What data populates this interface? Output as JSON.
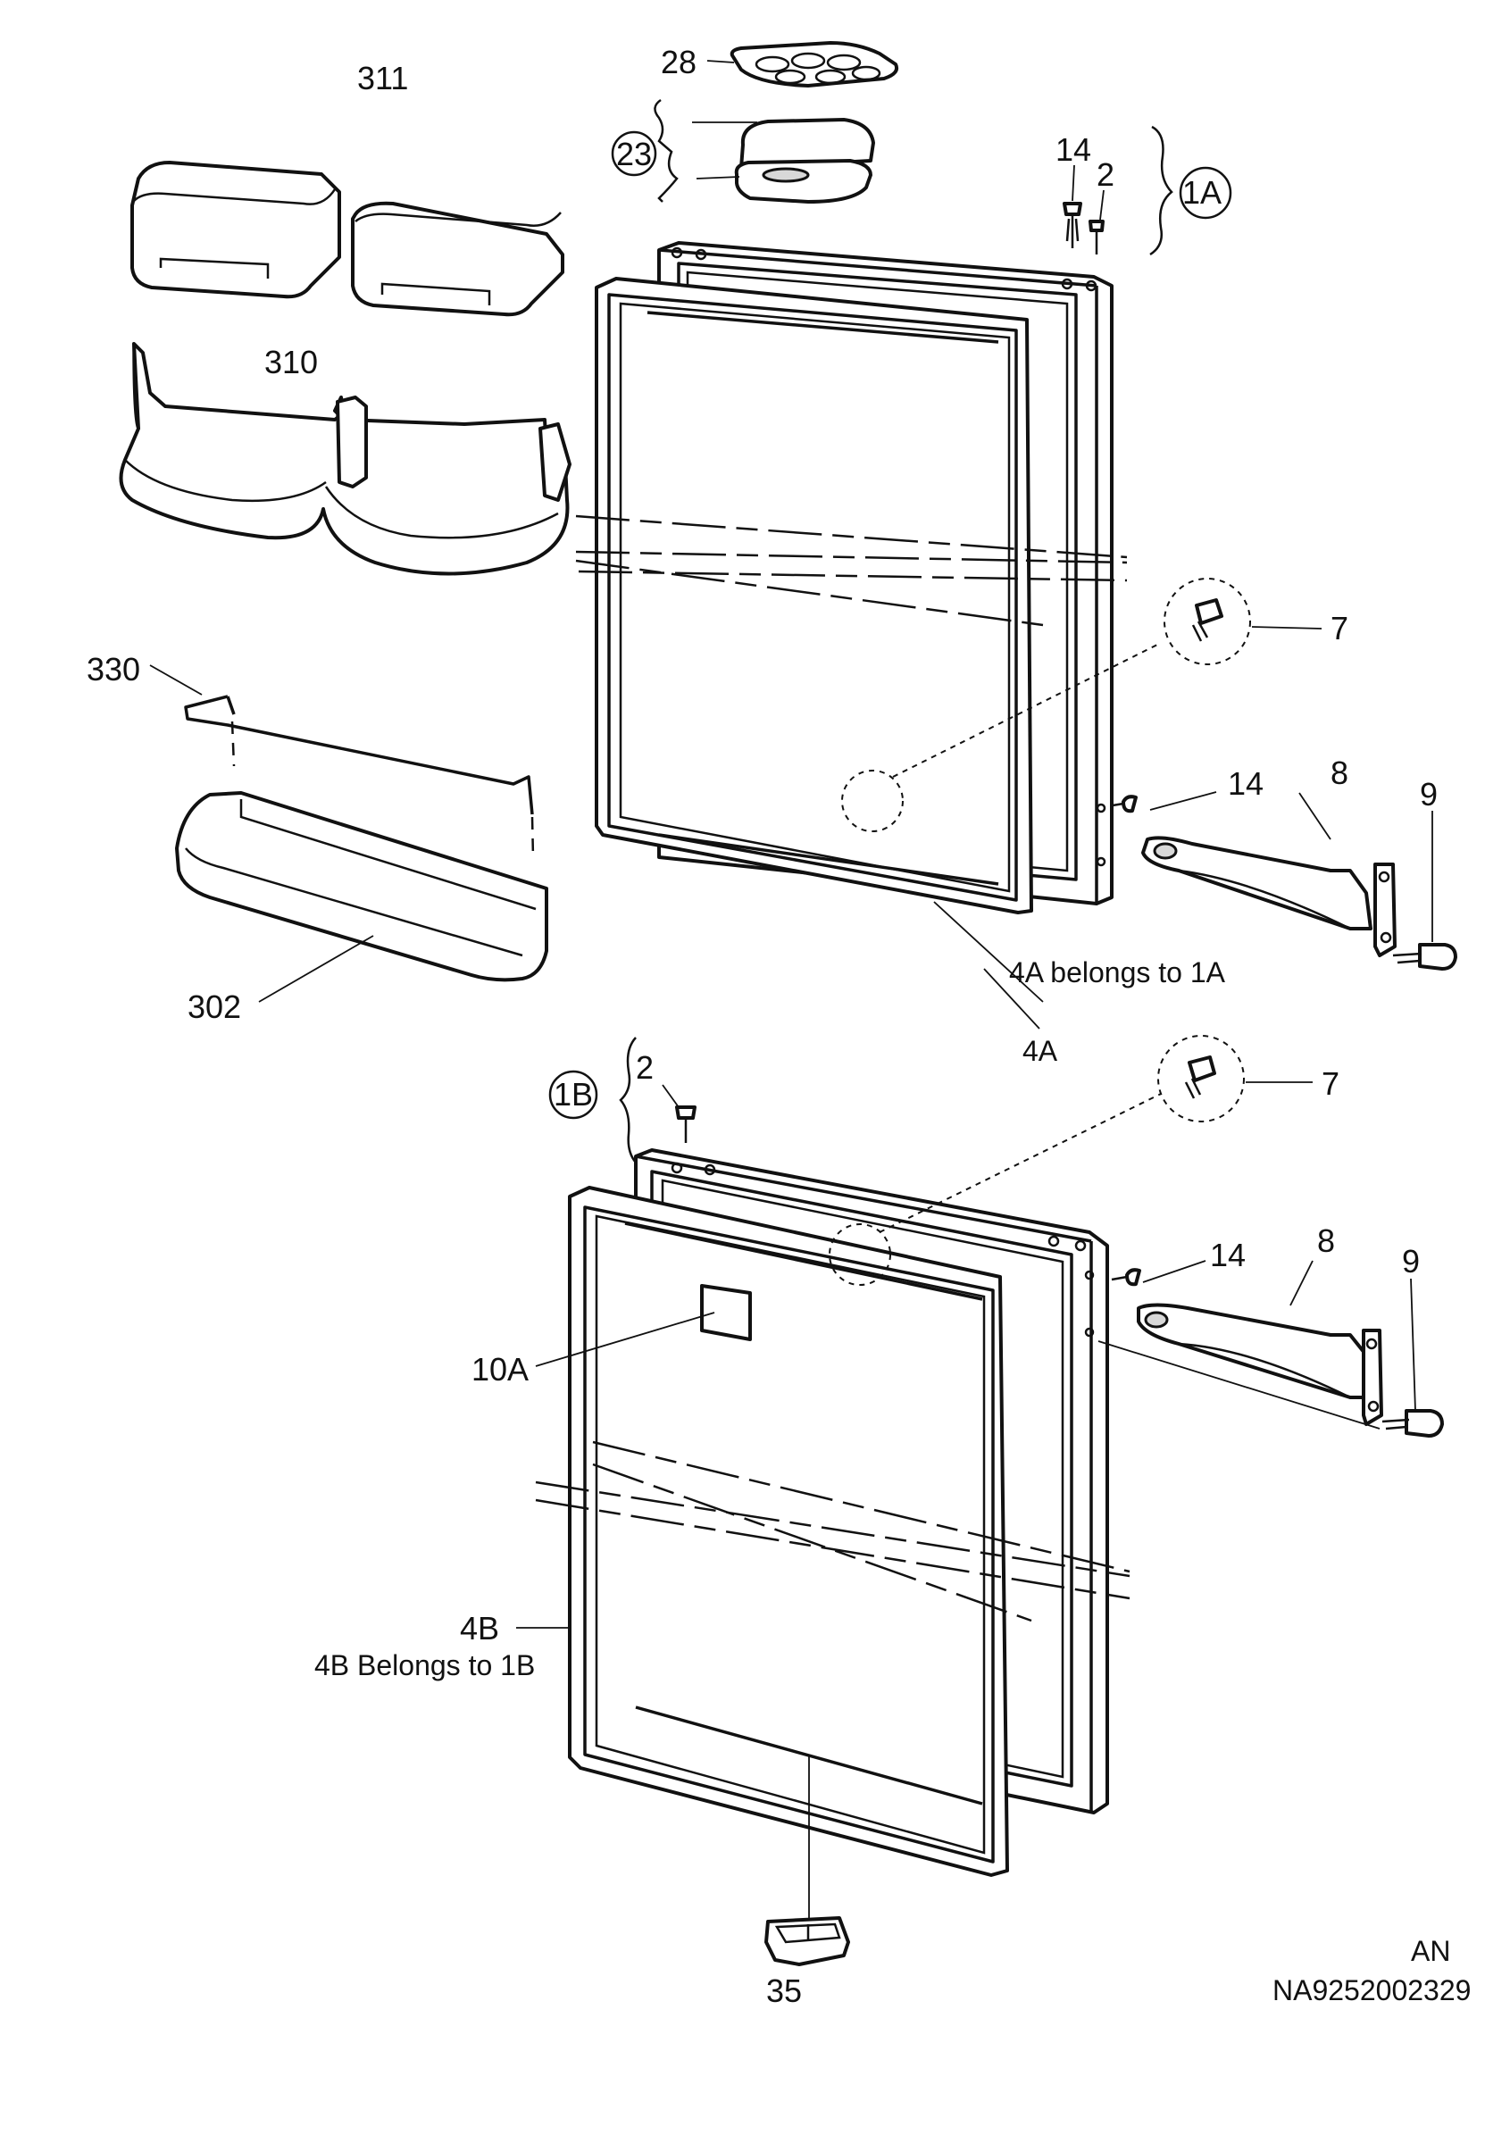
{
  "labels": {
    "p311": "311",
    "p28": "28",
    "p23": "23",
    "p14_top": "14",
    "p2_top": "2",
    "p1A": "1A",
    "p310": "310",
    "p7_top": "7",
    "p330": "330",
    "p14_mid": "14",
    "p8_top": "8",
    "p9_top": "9",
    "p302": "302",
    "note_4A": "4A belongs to 1A",
    "p4A": "4A",
    "p1B": "1B",
    "p2_bot": "2",
    "p7_bot": "7",
    "p14_bot": "14",
    "p8_bot": "8",
    "p9_bot": "9",
    "p10A": "10A",
    "p4B": "4B",
    "note_4B": "4B  Belongs to 1B",
    "p35": "35",
    "code_an": "AN",
    "code_ref": "NA9252002329"
  }
}
